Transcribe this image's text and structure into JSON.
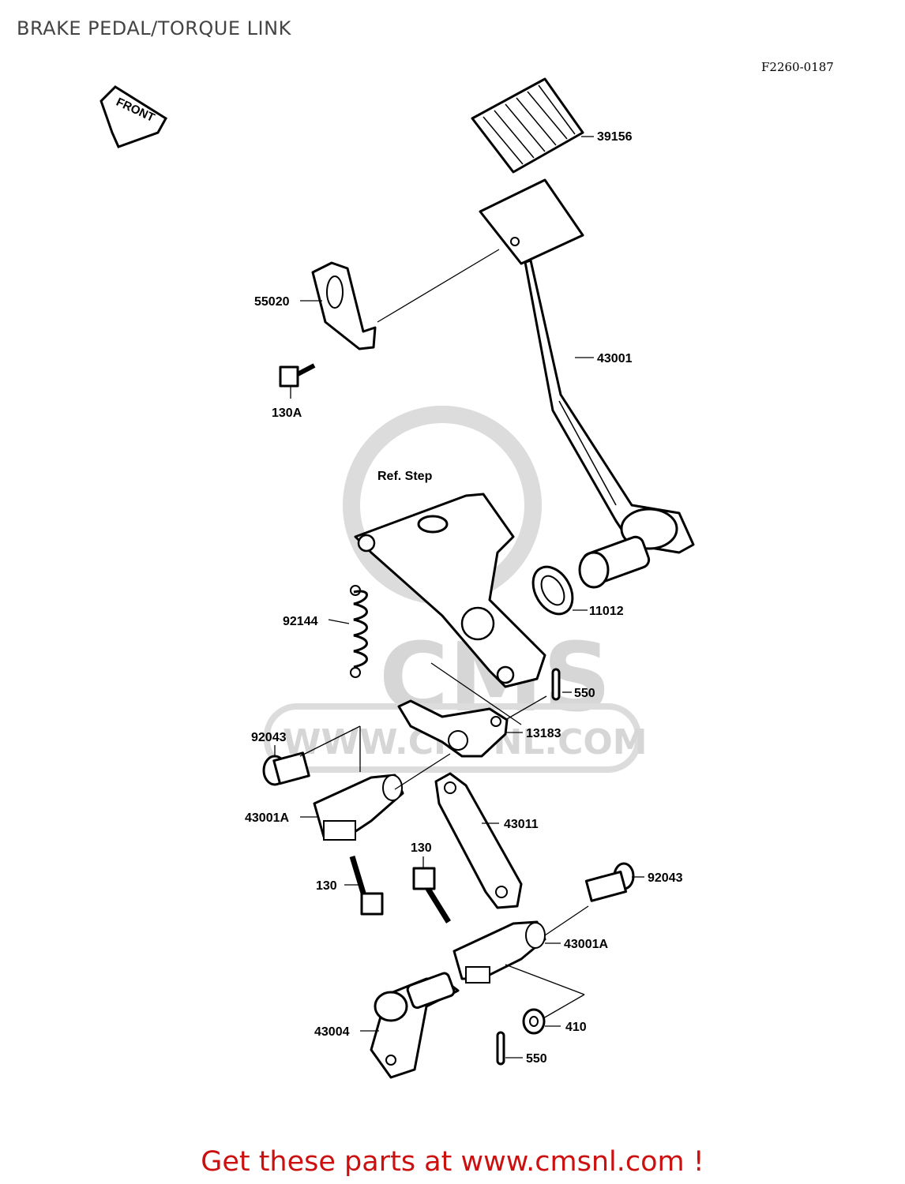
{
  "title": "BRAKE PEDAL/TORQUE LINK",
  "diagram_code": "F2260-0187",
  "front_arrow_label": "FRONT",
  "reference_label": "Ref. Step",
  "watermark": {
    "url": "WWW.CMSNL.COM",
    "logo_text": "CMS"
  },
  "parts": [
    {
      "id": "p39156",
      "number": "39156"
    },
    {
      "id": "p55020",
      "number": "55020"
    },
    {
      "id": "p130a",
      "number": "130A"
    },
    {
      "id": "p43001",
      "number": "43001"
    },
    {
      "id": "p11012",
      "number": "11012"
    },
    {
      "id": "p92144",
      "number": "92144"
    },
    {
      "id": "p550a",
      "number": "550"
    },
    {
      "id": "p13183",
      "number": "13183"
    },
    {
      "id": "p92043a",
      "number": "92043"
    },
    {
      "id": "p43001a_1",
      "number": "43001A"
    },
    {
      "id": "p43011",
      "number": "43011"
    },
    {
      "id": "p130_1",
      "number": "130"
    },
    {
      "id": "p130_2",
      "number": "130"
    },
    {
      "id": "p92043b",
      "number": "92043"
    },
    {
      "id": "p43001a_2",
      "number": "43001A"
    },
    {
      "id": "p43004",
      "number": "43004"
    },
    {
      "id": "p410",
      "number": "410"
    },
    {
      "id": "p550b",
      "number": "550"
    }
  ],
  "footer": "Get these parts at www.cmsnl.com !"
}
